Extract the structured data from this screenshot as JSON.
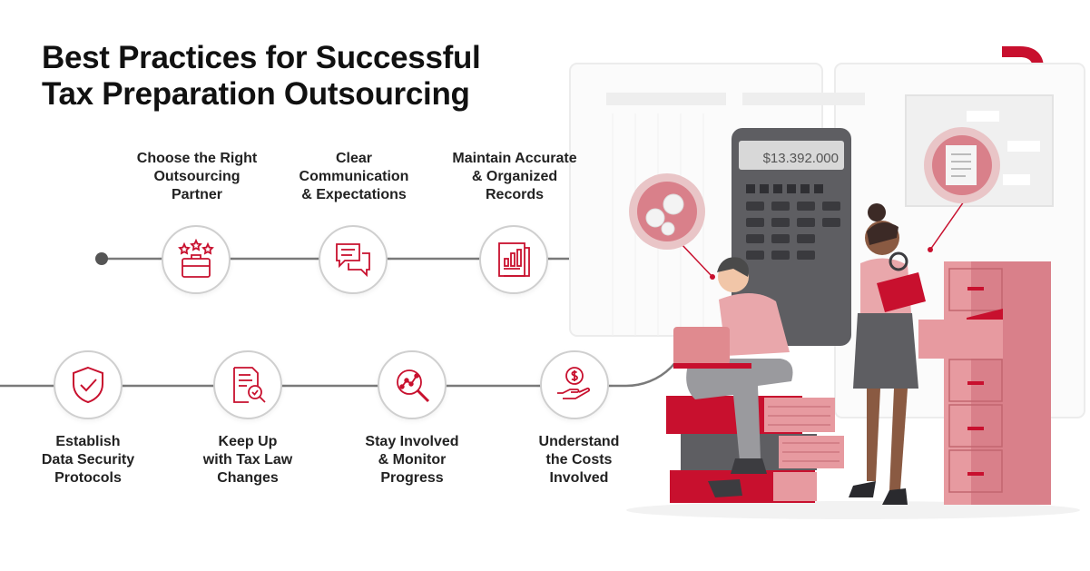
{
  "title": "Best Practices for Successful\nTax Preparation Outsourcing",
  "brand": {
    "logo_letters": "DB",
    "color": "#c8102e"
  },
  "colors": {
    "accent": "#c8102e",
    "pink": "#e08a8f",
    "line": "#7a7a7a"
  },
  "steps_top": [
    {
      "label": "Choose the Right\nOutsourcing\nPartner",
      "icon": "briefcase-stars-icon"
    },
    {
      "label": "Clear\nCommunication\n& Expectations",
      "icon": "chat-bubbles-icon"
    },
    {
      "label": "Maintain Accurate\n& Organized\nRecords",
      "icon": "report-document-icon"
    }
  ],
  "steps_bottom": [
    {
      "label": "Establish\nData Security\nProtocols",
      "icon": "shield-check-icon"
    },
    {
      "label": "Keep Up\nwith Tax Law\nChanges",
      "icon": "document-search-icon"
    },
    {
      "label": "Stay Involved\n& Monitor\nProgress",
      "icon": "progress-magnifier-icon"
    },
    {
      "label": "Understand\nthe Costs\nInvolved",
      "icon": "hand-coin-icon"
    }
  ],
  "calculator_display": "$13.392.000"
}
